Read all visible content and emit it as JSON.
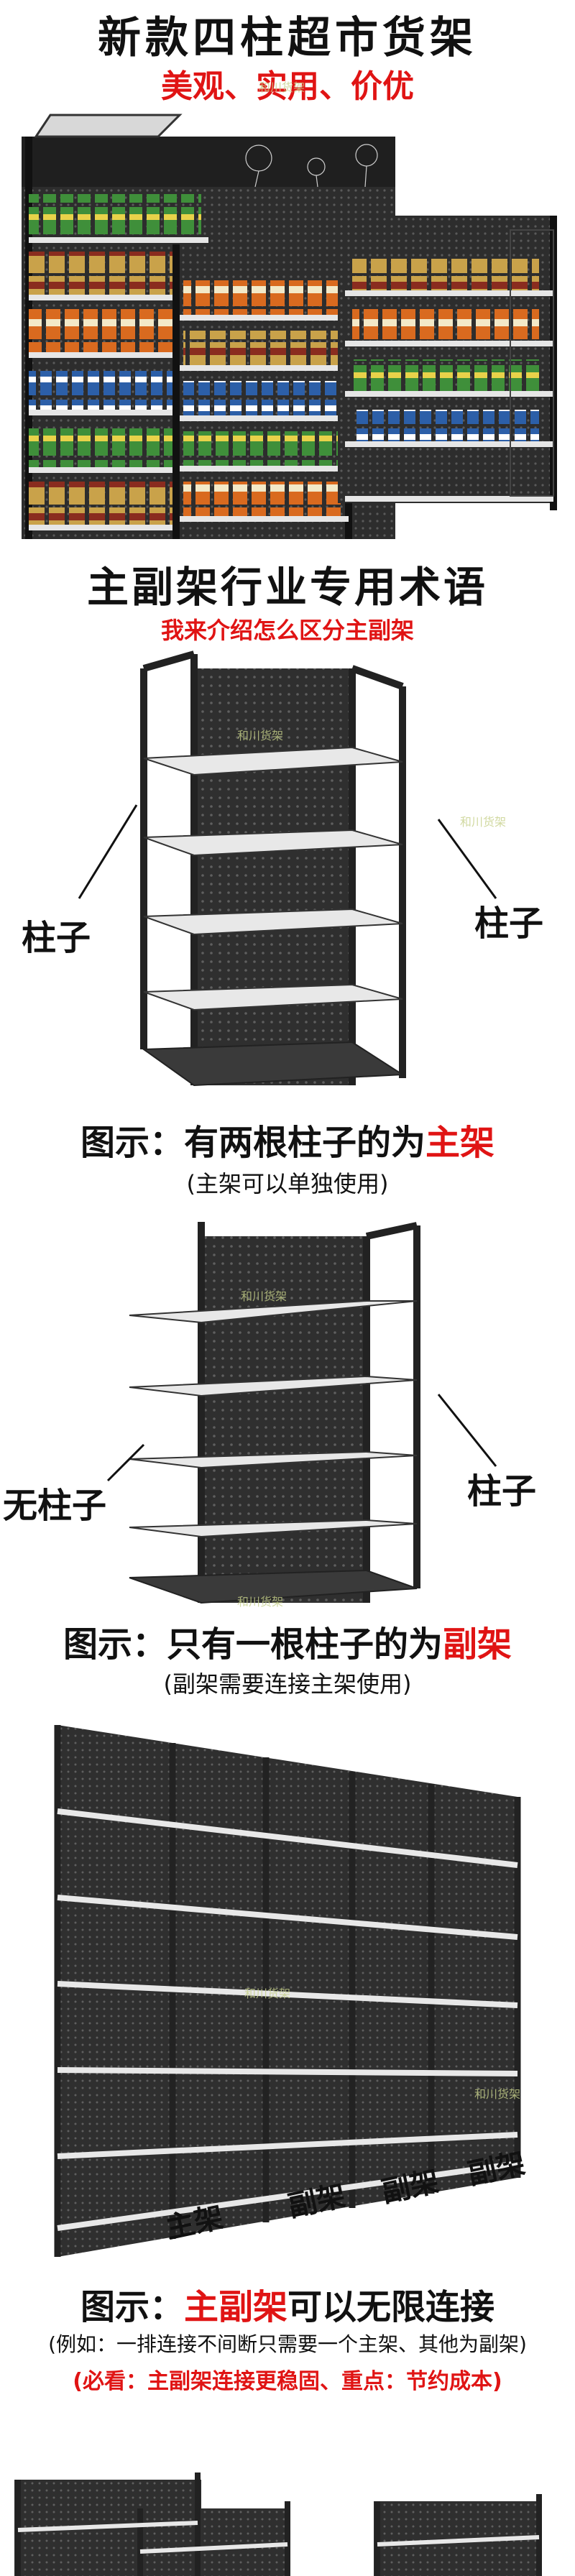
{
  "header": {
    "title": "新款四柱超市货架",
    "subtitle": "美观、实用、价优"
  },
  "section_terms": {
    "title": "主副架行业专用术语",
    "subtitle": "我来介绍怎么区分主副架"
  },
  "main_rack": {
    "left_label": "柱子",
    "right_label": "柱子",
    "caption_prefix": "图示：有两根柱子的为",
    "caption_highlight": "主架",
    "note": "(主架可以单独使用)"
  },
  "sub_rack": {
    "left_label": "无柱子",
    "right_label": "柱子",
    "caption_prefix": "图示：只有一根柱子的为",
    "caption_highlight": "副架",
    "note": "(副架需要连接主架使用)"
  },
  "connect": {
    "labels": [
      "主架",
      "副架",
      "副架",
      "副架"
    ],
    "caption_prefix": "图示：",
    "caption_highlight": "主副架",
    "caption_suffix": "可以无限连接",
    "note": "(例如：一排连接不间断只需要一个主架、其他为副架)",
    "note_red": "(必看：主副架连接更稳固、重点：节约成本)"
  },
  "watermark": "和川货架",
  "colors": {
    "accent_red": "#e01414",
    "frame": "#2b2b2b",
    "shelf_edge": "#e6e6e6"
  }
}
